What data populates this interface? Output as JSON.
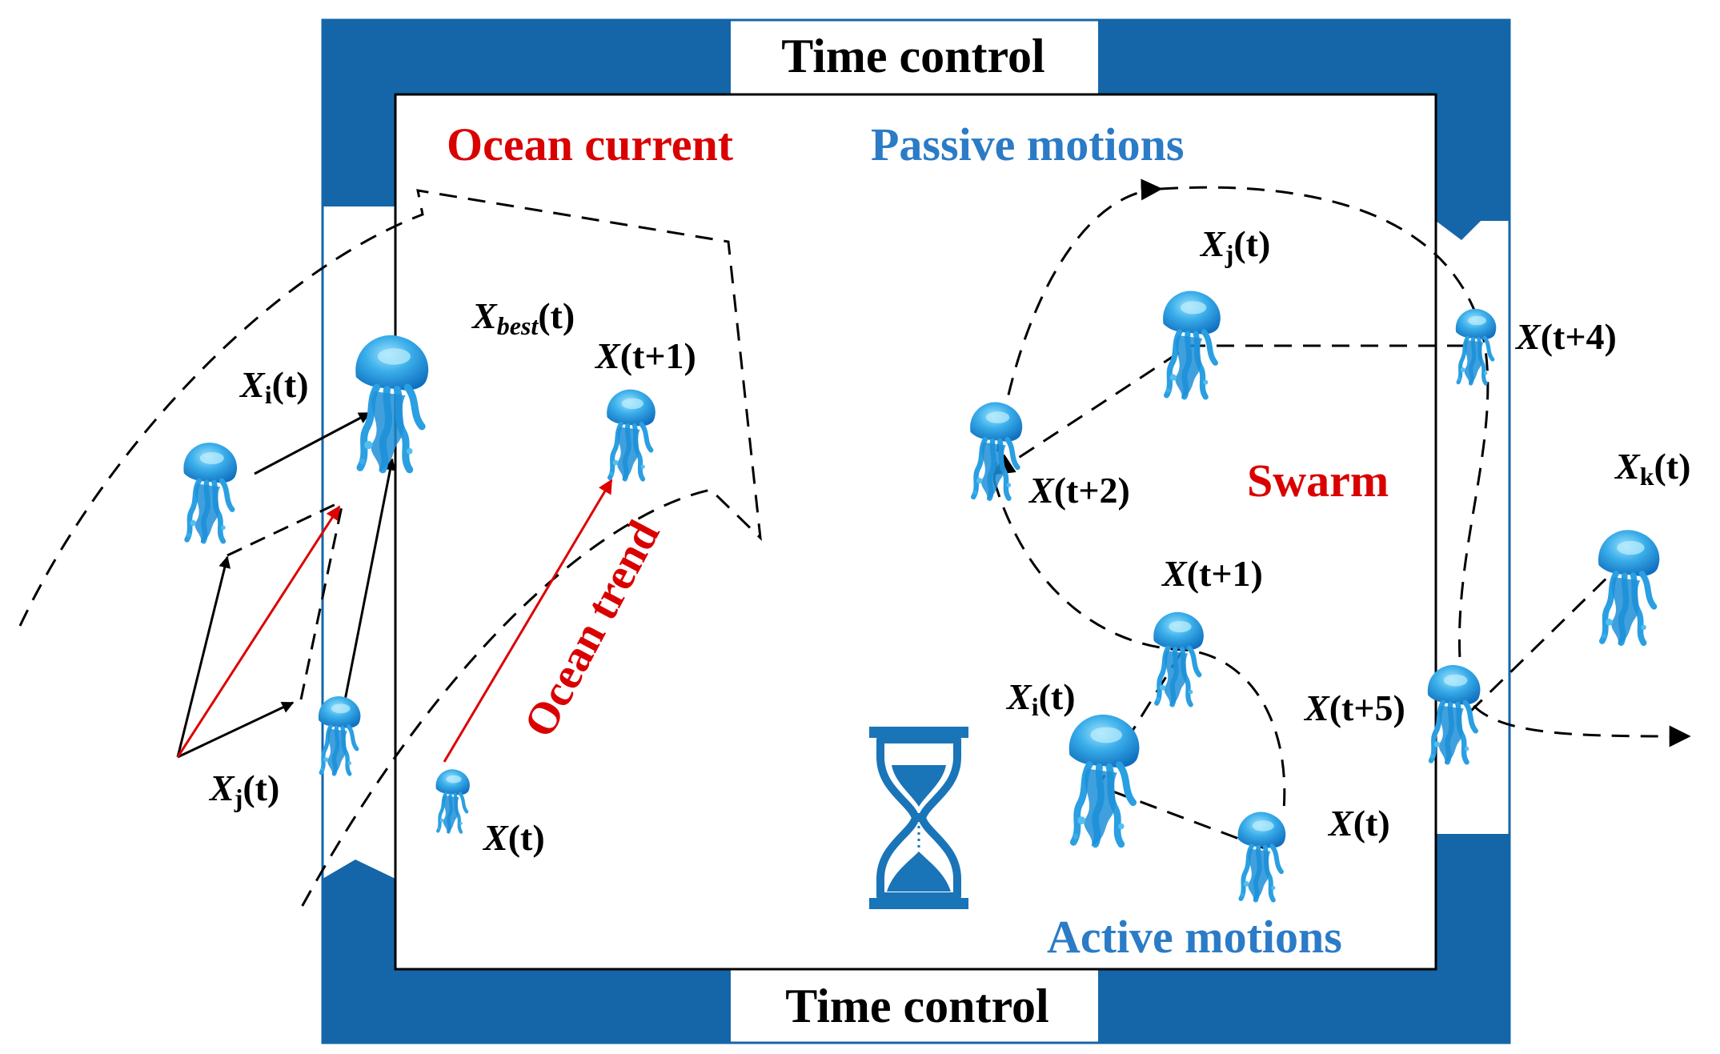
{
  "colors": {
    "frame_blue": "#1466a8",
    "title_red": "#d90000",
    "title_blue": "#2b7bc6",
    "arrow_red": "#dd0000",
    "jelly_light": "#7ad2f5",
    "jelly_mid": "#2fa6e6",
    "jelly_dark": "#0f6fbf",
    "hourglass_blue": "#1a74b8"
  },
  "labels": {
    "time_control_top": "Time control",
    "time_control_bottom": "Time control",
    "ocean_current": "Ocean current",
    "passive_motions": "Passive motions",
    "active_motions": "Active motions",
    "swarm": "Swarm",
    "ocean_trend": "Ocean trend"
  },
  "variables": {
    "x": "X",
    "xi_sub": "i",
    "xj_sub": "j",
    "xk_sub": "k",
    "best_sub": "best",
    "t": "(t)",
    "t1": "(t+1)",
    "t2": "(t+2)",
    "t4": "(t+4)",
    "t5": "(t+5)"
  },
  "icons": [
    "jellyfish-icon",
    "hourglass-icon"
  ]
}
